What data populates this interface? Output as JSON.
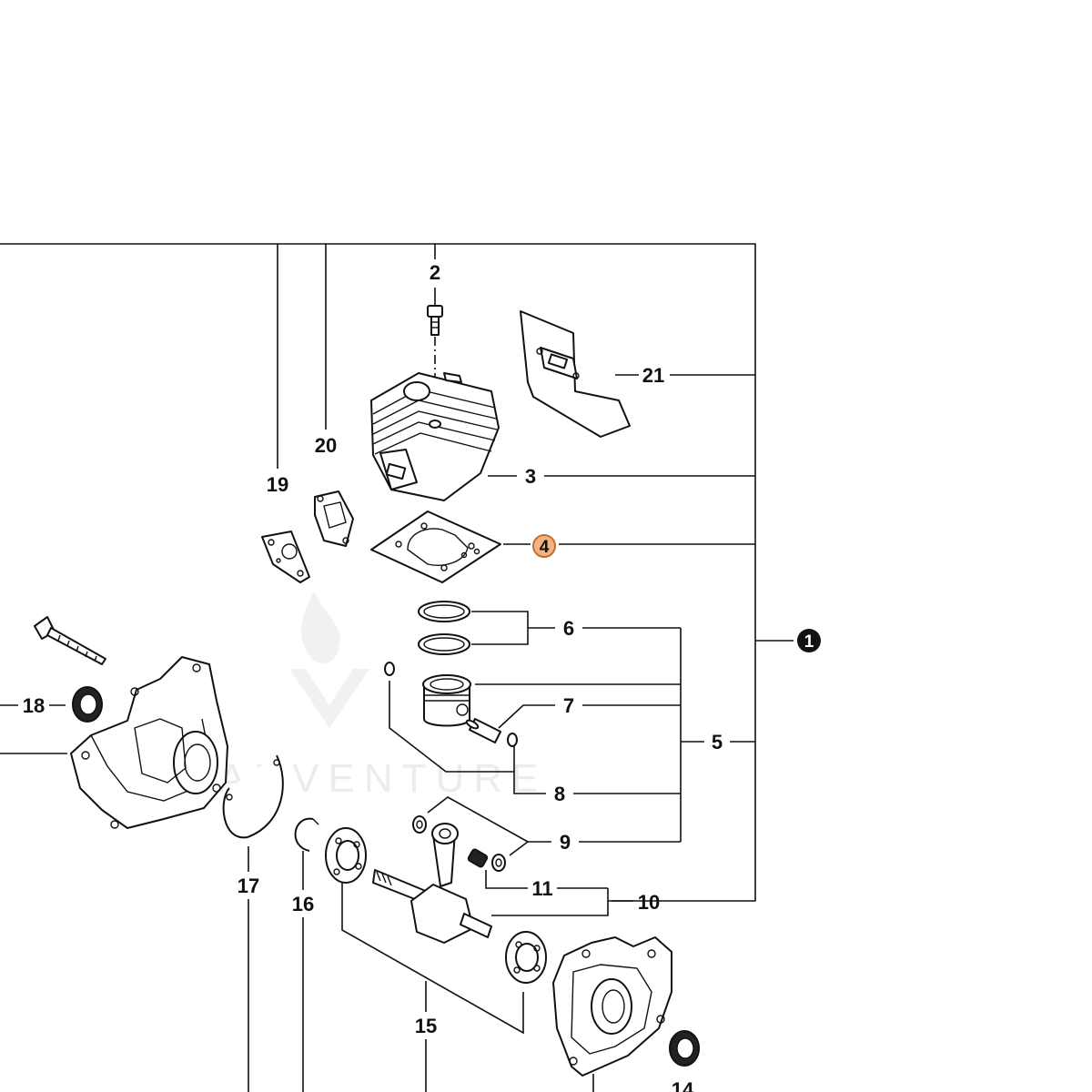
{
  "labels": {
    "p1": "1",
    "p2": "2",
    "p3": "3",
    "p4": "4",
    "p5": "5",
    "p6": "6",
    "p7": "7",
    "p8": "8",
    "p9": "9",
    "p10": "10",
    "p11": "11",
    "p14": "14",
    "p15": "15",
    "p16": "16",
    "p17": "17",
    "p18": "18",
    "p19": "19",
    "p20": "20",
    "p21": "21"
  },
  "watermark": {
    "text": "ADVENTURE"
  },
  "highlight": {
    "part": "4",
    "color": "#f4b183",
    "stroke": "#c07030"
  },
  "colors": {
    "line": "#111111",
    "background": "#ffffff"
  }
}
